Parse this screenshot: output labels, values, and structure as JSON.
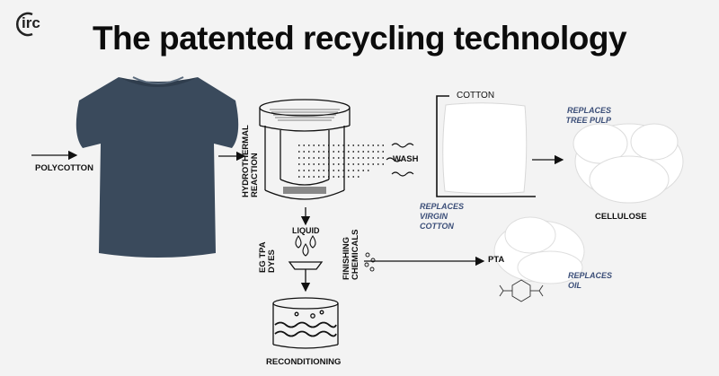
{
  "logo": {
    "text": "irc"
  },
  "title": "The patented recycling technology",
  "labels": {
    "polycotton": "POLYCOTTON",
    "hydrothermal_line1": "HYDROTHERMAL",
    "hydrothermal_line2": "REACTION",
    "wash": "WASH",
    "cotton": "COTTON",
    "replaces_virgin_line1": "REPLACES",
    "replaces_virgin_line2": "VIRGIN",
    "replaces_virgin_line3": "COTTON",
    "replaces_tree_line1": "REPLACES",
    "replaces_tree_line2": "TREE PULP",
    "cellulose": "CELLULOSE",
    "liquid": "LIQUID",
    "eg_line1": "EG TPA",
    "eg_line2": "DYES",
    "finishing_line1": "FINISHING",
    "finishing_line2": "CHEMICALS",
    "pta": "PTA",
    "replaces_oil_line1": "REPLACES",
    "replaces_oil_line2": "OIL",
    "reconditioning": "RECONDITIONING"
  },
  "colors": {
    "background": "#f3f3f3",
    "shirt": "#3a4a5c",
    "accent_blue": "#3b4e78",
    "ink": "#111111"
  }
}
